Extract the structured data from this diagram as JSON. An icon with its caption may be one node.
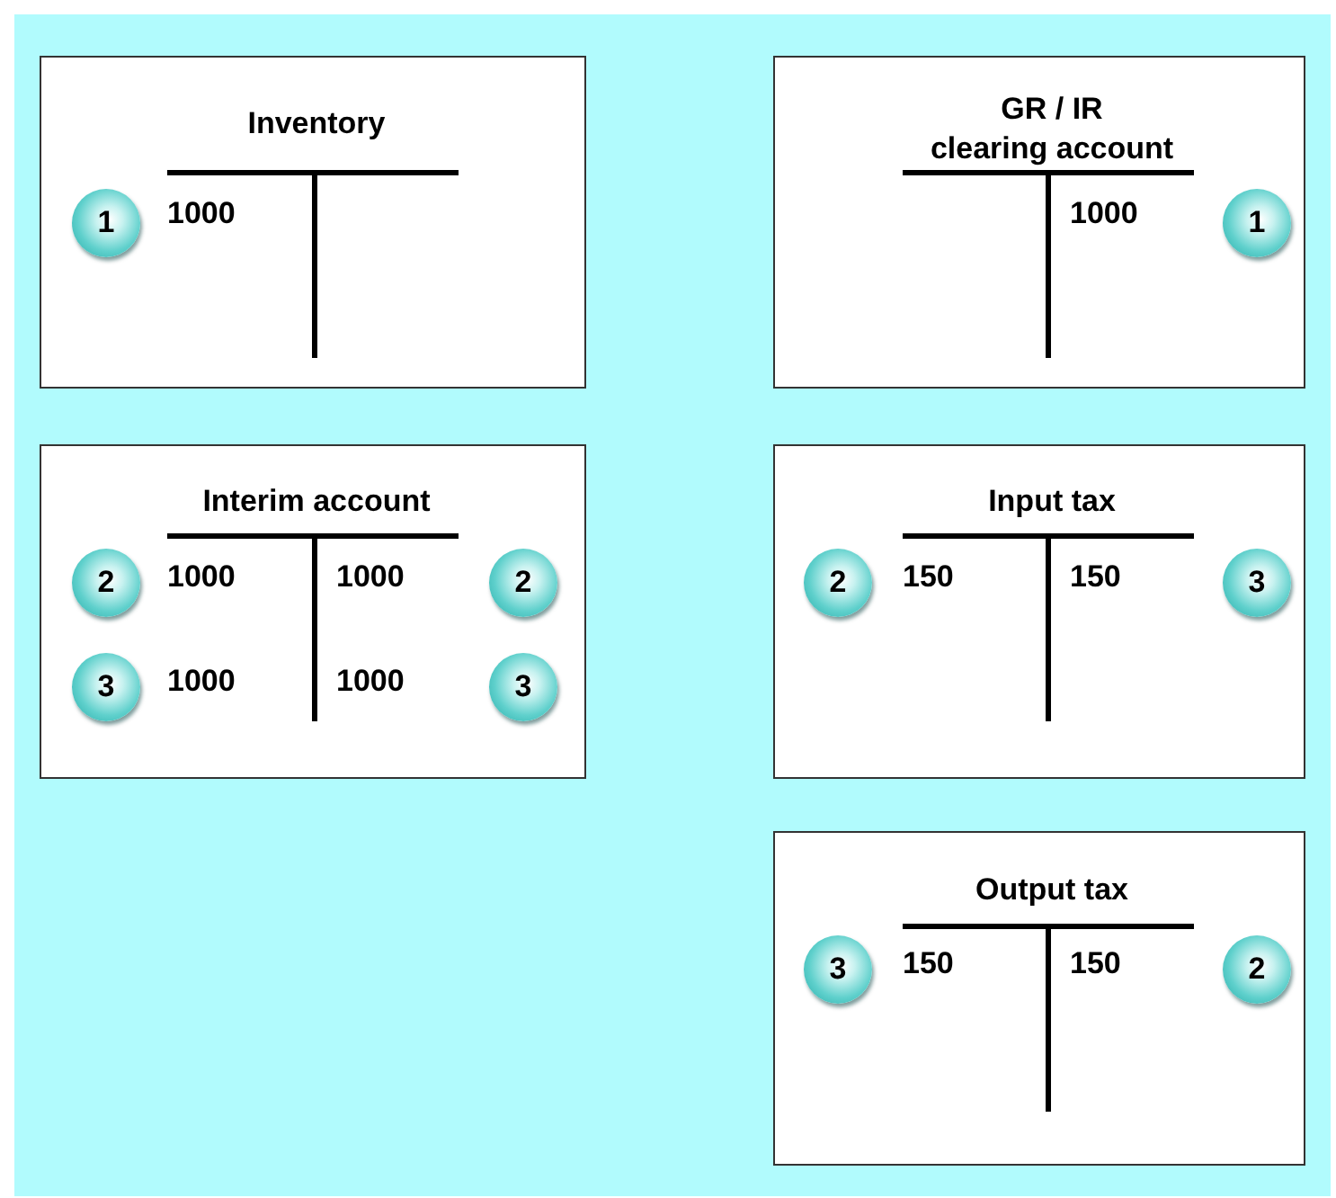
{
  "diagram": {
    "nodes": [
      {
        "text": [
          "Inventory",
          "1000"
        ]
      },
      {
        "text": [
          "1"
        ],
        "in": 0
      },
      {
        "text": [
          "GR / IR clearing account",
          "1000"
        ]
      },
      {
        "text": [
          "1"
        ],
        "in": 2
      },
      {
        "text": [
          "Interim account",
          "1000",
          "1000",
          "1000",
          "1000"
        ]
      },
      {
        "text": [
          "2"
        ],
        "in": 4
      },
      {
        "text": [
          "2"
        ],
        "in": 4
      },
      {
        "text": [
          "3"
        ],
        "in": 4
      },
      {
        "text": [
          "3"
        ],
        "in": 4
      },
      {
        "text": [
          "Input tax",
          "150",
          "150"
        ]
      },
      {
        "text": [
          "2"
        ],
        "in": 9
      },
      {
        "text": [
          "3"
        ],
        "in": 9
      },
      {
        "text": [
          "Output tax",
          "150",
          "150"
        ]
      },
      {
        "text": [
          "3"
        ],
        "in": 12
      },
      {
        "text": [
          "2"
        ],
        "in": 12
      }
    ]
  }
}
